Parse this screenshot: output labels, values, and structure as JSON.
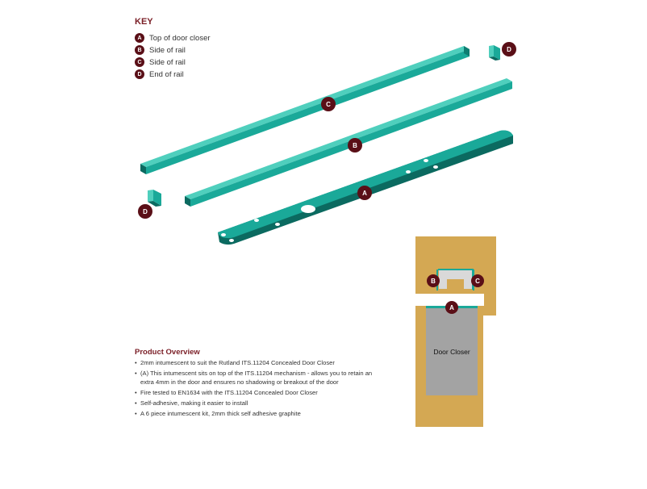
{
  "key": {
    "title": "KEY",
    "items": [
      {
        "letter": "A",
        "label": "Top of door closer"
      },
      {
        "letter": "B",
        "label": "Side of rail"
      },
      {
        "letter": "C",
        "label": "Side of rail"
      },
      {
        "letter": "D",
        "label": "End of rail"
      }
    ]
  },
  "diagram": {
    "badges": {
      "a": "A",
      "b": "B",
      "c": "C",
      "d": "D"
    },
    "door_closer_label": "Door Closer"
  },
  "overview": {
    "title": "Product Overview",
    "items": [
      "2mm intumescent to suit the Rutland ITS.11204 Concealed Door Closer",
      "(A) This intumescent sits on top of the ITS.11204 mechanism - allows you to retain an extra 4mm in the door and ensures no shadowing or breakout of the door",
      "Fire tested to EN1634 with the ITS.11204 Concealed Door Closer",
      "Self-adhesive, making it easier to install",
      "A 6 piece intumescent kit, 2mm thick self adhesive graphite"
    ]
  },
  "colors": {
    "teal": "#1aa999",
    "teal_dark": "#0b6a60",
    "badge": "#5a0f17",
    "wood": "#d4a853",
    "closer_grey": "#a3a3a3",
    "accent": "#7a1e26"
  }
}
